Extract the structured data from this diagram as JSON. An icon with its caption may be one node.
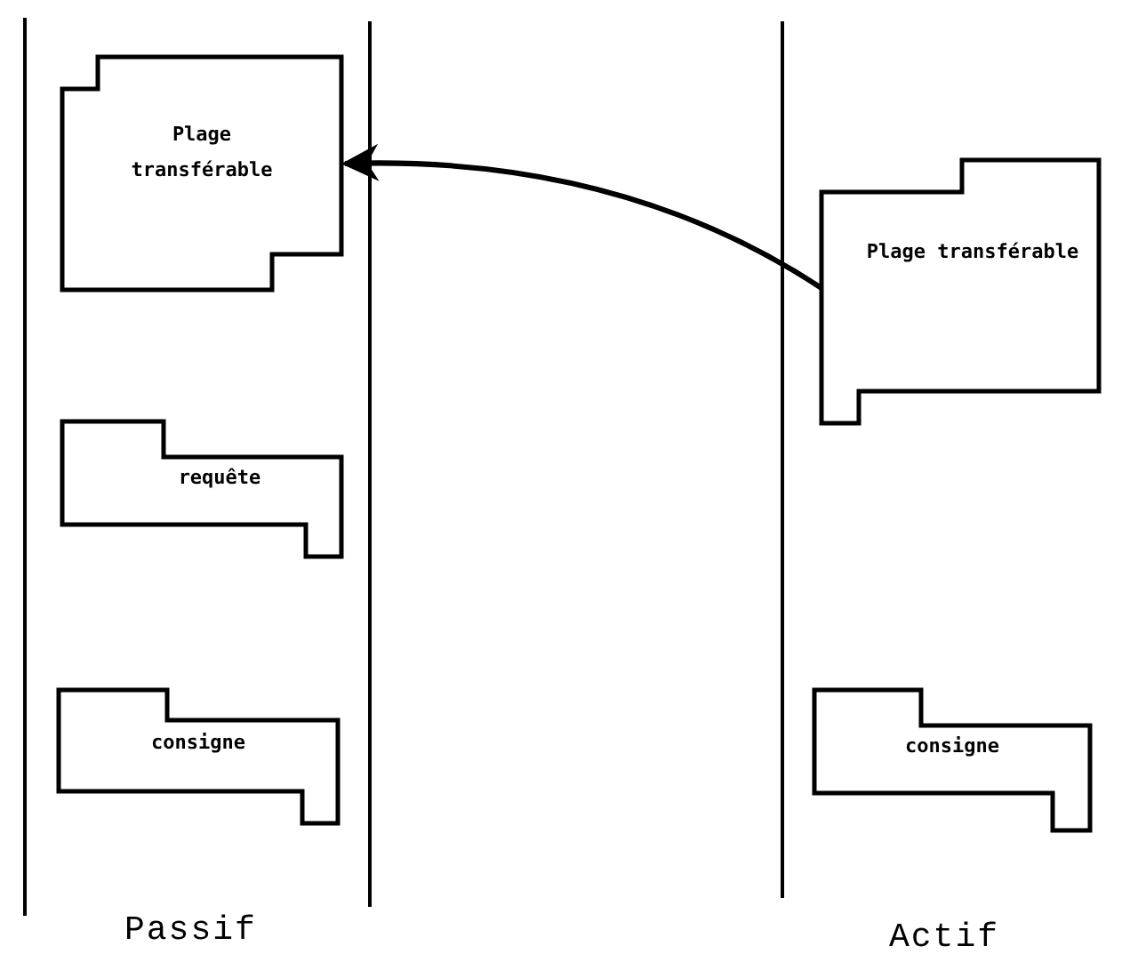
{
  "diagram": {
    "nodes": [
      {
        "text": [
          "Plage transférable"
        ]
      },
      {
        "text": [
          "requête"
        ]
      },
      {
        "text": [
          "consigne"
        ]
      },
      {
        "text": [
          "Plage transférable"
        ]
      },
      {
        "text": [
          "consigne"
        ]
      }
    ],
    "edges": [
      {
        "from": 3,
        "to": 0,
        "arrow": "to"
      }
    ],
    "labels": [
      "Passif",
      "Actif"
    ]
  }
}
